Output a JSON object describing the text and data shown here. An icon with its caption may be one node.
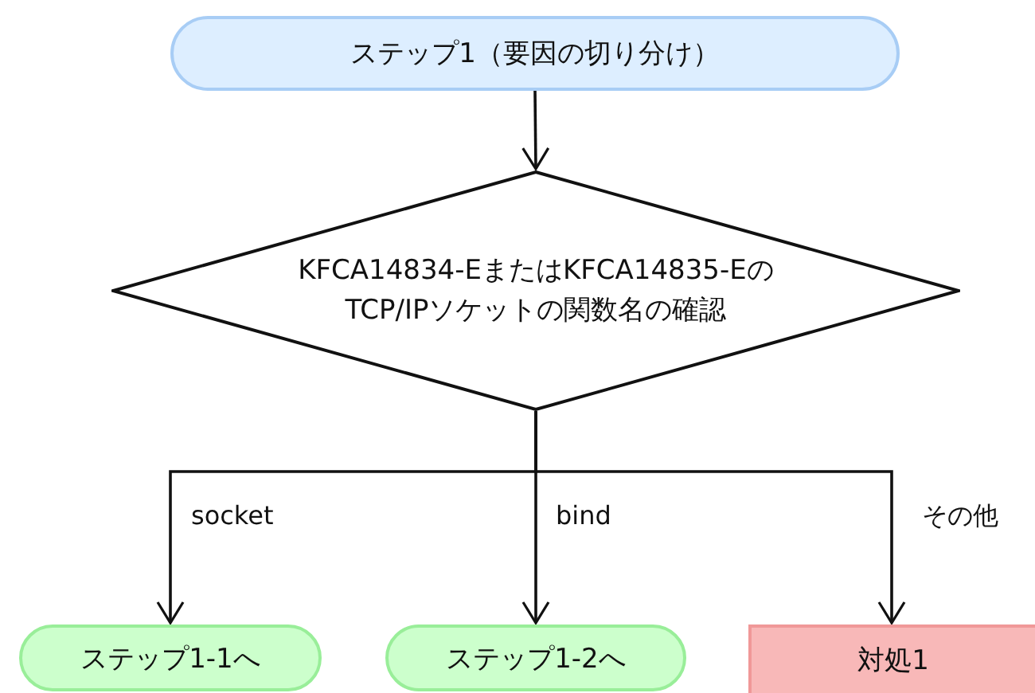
{
  "diagram": {
    "nodes": [
      {
        "text": [
          "ステップ1（要因の切り分け）"
        ]
      },
      {
        "text": [
          "KFCA14834-EまたはKFCA14835-EのTCP/IPソケットの関数名の確認"
        ]
      },
      {
        "text": [
          "ステップ1-1へ"
        ]
      },
      {
        "text": [
          "ステップ1-2へ"
        ]
      },
      {
        "text": [
          "対処1"
        ]
      }
    ],
    "edges": [
      {
        "from": 0,
        "to": 1,
        "arrow": "to"
      },
      {
        "from": 1,
        "to": 2,
        "arrow": "to",
        "label": "socket"
      },
      {
        "from": 1,
        "to": 3,
        "arrow": "to",
        "label": "bind"
      },
      {
        "from": 1,
        "to": 4,
        "arrow": "to",
        "label": "その他"
      }
    ]
  }
}
